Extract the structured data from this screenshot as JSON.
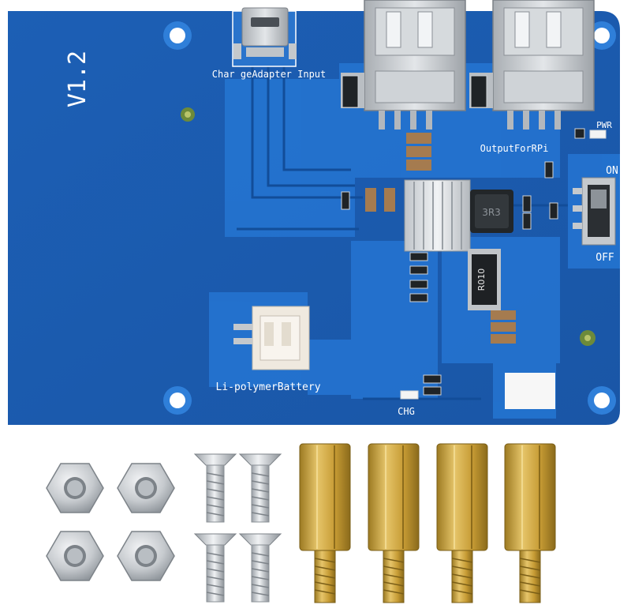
{
  "board": {
    "version_label": "V1.2",
    "charger_label": "Char geAdapter Input",
    "output_label": "OutputForRPi",
    "pwr_label": "PWR",
    "on_label": "ON",
    "off_label": "OFF",
    "battery_label": "Li-polymerBattery",
    "chg_label": "CHG",
    "inductor_marking": "3R3",
    "resistor_marking": "R010"
  },
  "hardware": {
    "nuts": 4,
    "screws": 4,
    "standoffs": 4
  },
  "colors": {
    "pcb_blue": "#1d63b8",
    "trace_blue": "#2a7ad6",
    "brass": "#c9a23a",
    "steel": "#c8ccd0"
  }
}
